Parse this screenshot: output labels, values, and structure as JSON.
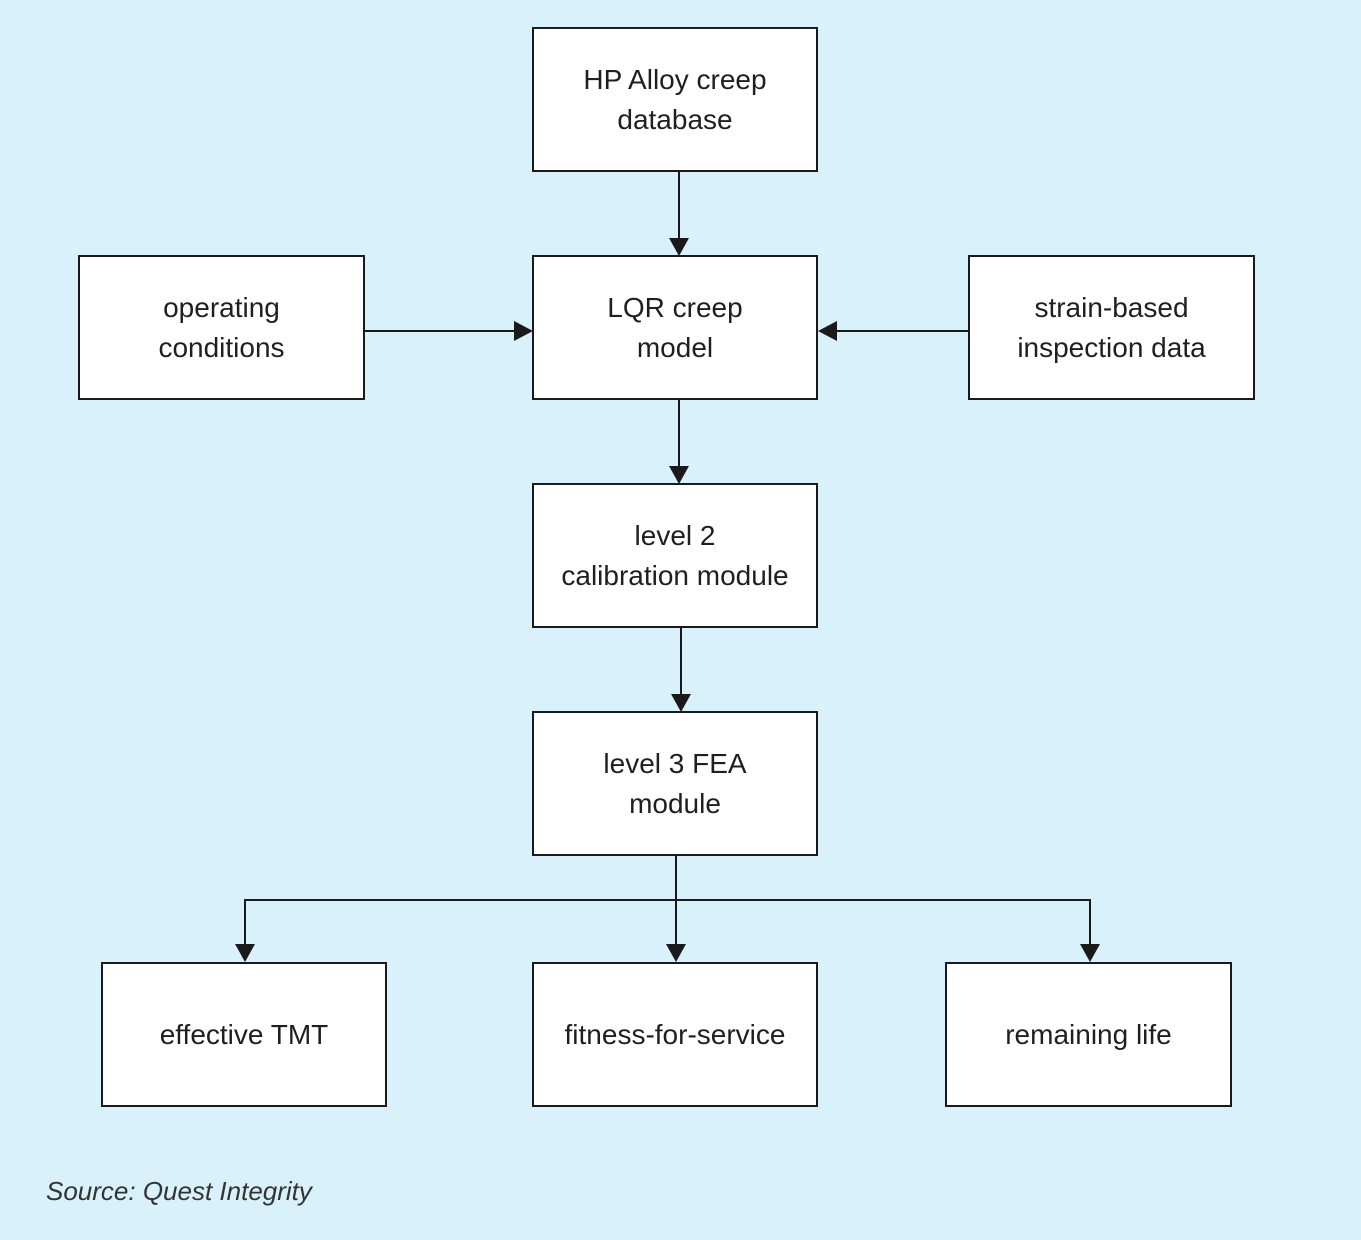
{
  "diagram": {
    "background": "#d9f1fb",
    "box_fill": "#ffffff",
    "line_color": "#1a1a1a",
    "nodes": {
      "database": {
        "label": "HP Alloy creep\ndatabase"
      },
      "operating": {
        "label": "operating\nconditions"
      },
      "lqr": {
        "label": "LQR creep\nmodel"
      },
      "strain": {
        "label": "strain-based\ninspection data"
      },
      "level2": {
        "label": "level 2\ncalibration module"
      },
      "level3": {
        "label": "level 3 FEA\nmodule"
      },
      "tmt": {
        "label": "effective TMT"
      },
      "ffs": {
        "label": "fitness-for-service"
      },
      "life": {
        "label": "remaining life"
      }
    },
    "edges": [
      {
        "from": "database",
        "to": "lqr"
      },
      {
        "from": "operating",
        "to": "lqr"
      },
      {
        "from": "strain",
        "to": "lqr"
      },
      {
        "from": "lqr",
        "to": "level2"
      },
      {
        "from": "level2",
        "to": "level3"
      },
      {
        "from": "level3",
        "to": "tmt"
      },
      {
        "from": "level3",
        "to": "ffs"
      },
      {
        "from": "level3",
        "to": "life"
      }
    ]
  },
  "source": "Source: Quest Integrity"
}
